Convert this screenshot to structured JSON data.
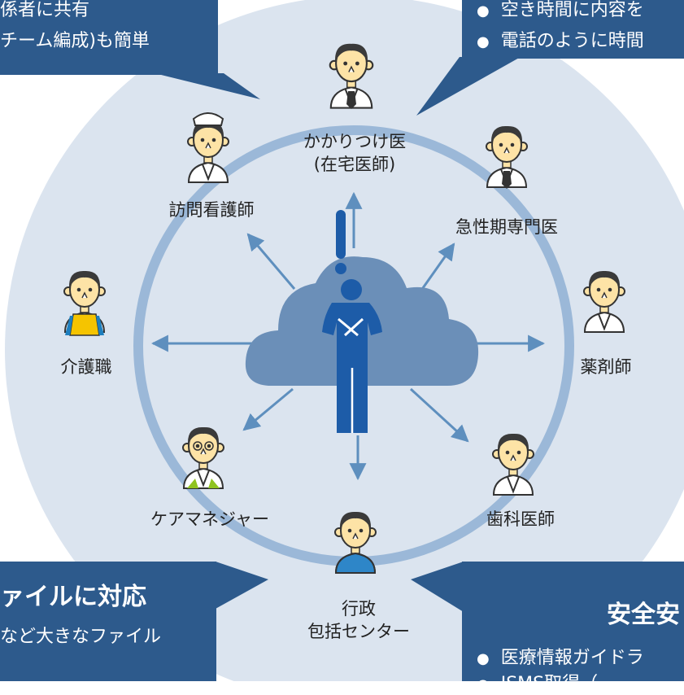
{
  "center": {
    "alert_symbol": "!"
  },
  "roles": {
    "family_doctor": {
      "line1": "かかりつけ医",
      "line2": "(在宅医師)"
    },
    "visiting_nurse": "訪問看護師",
    "acute_specialist": "急性期専門医",
    "care_worker": "介護職",
    "pharmacist": "薬剤師",
    "care_manager": "ケアマネジャー",
    "dentist": "歯科医師",
    "administration": {
      "line1": "行政",
      "line2": "包括センター"
    }
  },
  "callouts": {
    "top_left": {
      "line1": "係者に共有",
      "line2": "チーム編成)も簡単"
    },
    "top_right": {
      "bullet1": "空き時間に内容を",
      "bullet2": "電話のように時間"
    },
    "bottom_left": {
      "title": "ァイルに対応",
      "body": "など大きなファイル"
    },
    "bottom_right": {
      "title": "安全安",
      "bullet1": "医療情報ガイドラ",
      "bullet2": "ISMS取得（..."
    }
  },
  "colors": {
    "background_circle": "#dbe4ef",
    "ring": "#9bb8d8",
    "arrow": "#5e8fbe",
    "cloud": "#6b8fb8",
    "figure": "#1d5ca8",
    "callout": "#2d5a8c",
    "face": "#fde3a6",
    "hair": "#3a3a3a",
    "care_worker_apron": "#f5c400",
    "care_worker_shirt": "#1e7fbe",
    "care_manager_accent": "#8fc31f",
    "administration_shirt": "#2e86c8"
  }
}
